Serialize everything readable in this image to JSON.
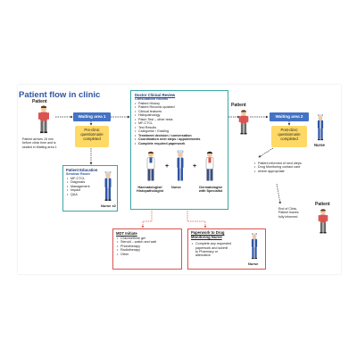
{
  "title": "Patient flow in clinic",
  "labels": {
    "patient_left": "Patient",
    "patient_right": "Patient",
    "patient_bottom": "Patient",
    "nurse_right": "Nurse",
    "nurse_x2": "Nurse x2",
    "nurse_bottom": "Nurse",
    "nurse_mid": "Nurse"
  },
  "patient_arrival_note": [
    "Patient arrives 15 min",
    "before clinic time and is",
    "seated in Waiting area 1"
  ],
  "waiting_area_1": "Waiting area 1",
  "waiting_area_2": "Waiting area 2",
  "questionnaire_pre": [
    "Pre-clinic",
    "questionnaire",
    "completed"
  ],
  "questionnaire_post": [
    "Post-clinic",
    "questionnaire",
    "completed"
  ],
  "patient_education": {
    "header": "Patient Education",
    "subheader": "Seminar Room",
    "items": [
      "MF-CTCL",
      "Diagnosis",
      "Management",
      "Impact",
      "Q&A"
    ]
  },
  "doctor_review": {
    "header": "Doctor Clinical Review",
    "subheader": "Consultation Rooms",
    "items": [
      "Patient History",
      "Patient Records updated",
      "Clinical features",
      "Histopathology",
      "Patch Test – other tests",
      "MF-CTCL",
      "Test Results",
      "Categorise / Grading"
    ],
    "bold_items": [
      "Treatment decision / conversation",
      "Coordination next steps / appointments",
      "Complete required paperwork"
    ],
    "roles": [
      "Haematologist/",
      "Histopathologist",
      "Nurse",
      "Dermatologist",
      "with Specialist"
    ],
    "plus": "+"
  },
  "right_notes": [
    "Patient informed of next steps",
    "Drug Monitoring contact card",
    "where appropriate"
  ],
  "end_note": [
    "End of Clinic,",
    "Patient leaves",
    "fully informed"
  ],
  "mdt": {
    "header": "MDT Initiate",
    "items": [
      "Chlormethine gel",
      "Steroid – watch and wait",
      "Phototherapy",
      "Radiotherapy",
      "Other"
    ]
  },
  "paperwork": {
    "header": [
      "Paperwork to Drug",
      "Monitoring Nurse"
    ],
    "items": [
      "Complete any requested",
      "paperwork and submit",
      "to Pharmacy or",
      "alternative"
    ]
  },
  "colors": {
    "title": "#2f55a4",
    "waiting": "#4472c4",
    "questionnaire": "#ffd966",
    "teal_border": "#3aa6a6",
    "red_border": "#d9534f",
    "patient_shirt": "#d9534f",
    "nurse_uniform": "#2f55a4"
  }
}
